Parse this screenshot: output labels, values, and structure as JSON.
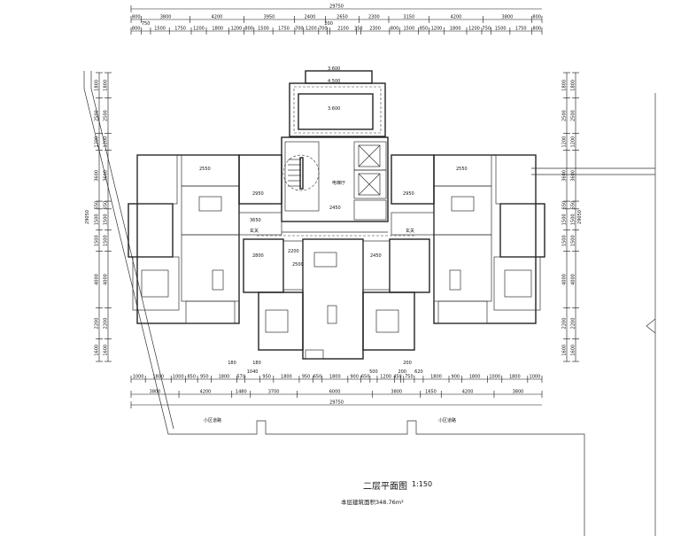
{
  "drawing": {
    "title": "二层平面图",
    "scale": "1:150",
    "area_note": "本层建筑面积348.76m²",
    "total_width": "29750",
    "total_depth": "29050"
  },
  "dimensions": {
    "top_row1": [
      800,
      3800,
      4200,
      3950,
      2400,
      2650,
      2300,
      3150,
      4200,
      3800,
      800
    ],
    "top_row2": [
      800,
      750,
      1500,
      1750,
      1200,
      1800,
      1200,
      800,
      1500,
      1750,
      700,
      1200,
      700,
      200,
      2100,
      350,
      2300,
      800,
      1500,
      850,
      1200,
      1800,
      1200,
      750,
      1500,
      1750,
      800
    ],
    "bottom_row1": [
      1000,
      1800,
      1000,
      850,
      950,
      1800,
      570,
      1040,
      950,
      1800,
      950,
      650,
      1800,
      900,
      650,
      500,
      1200,
      450,
      200,
      750,
      620,
      1800,
      900,
      1800,
      1000,
      1800,
      1000
    ],
    "bottom_row2": [
      3800,
      4200,
      1480,
      3700,
      6000,
      3800,
      1650,
      4200,
      3800
    ],
    "bottom_extra": [
      "180",
      "180",
      "200"
    ],
    "left_side": [
      1800,
      2500,
      1200,
      3600,
      550,
      1500,
      1500,
      4000,
      2200,
      1600
    ],
    "right_side": [
      1800,
      2500,
      1200,
      3600,
      550,
      1500,
      1500,
      4000,
      2200,
      1600
    ]
  },
  "elevations": [
    "3.600",
    "4.500",
    "3.600"
  ],
  "rooms": {
    "elevator_hall": "电梯厅",
    "core_width": "2450",
    "left_kitchen_dim": "2550",
    "left_room_dim": "2950",
    "left_foyer": "玄关",
    "left_foyer_dim": "3650",
    "left_room2_dim": "2800",
    "right_kitchen_dim": "2550",
    "right_room_dim": "2950",
    "right_foyer": "玄关",
    "mid_dim1": "2200",
    "mid_dim2": "2500",
    "mid_dim3": "2450",
    "site_label_left": "小区道路",
    "site_label_right": "小区道路"
  }
}
